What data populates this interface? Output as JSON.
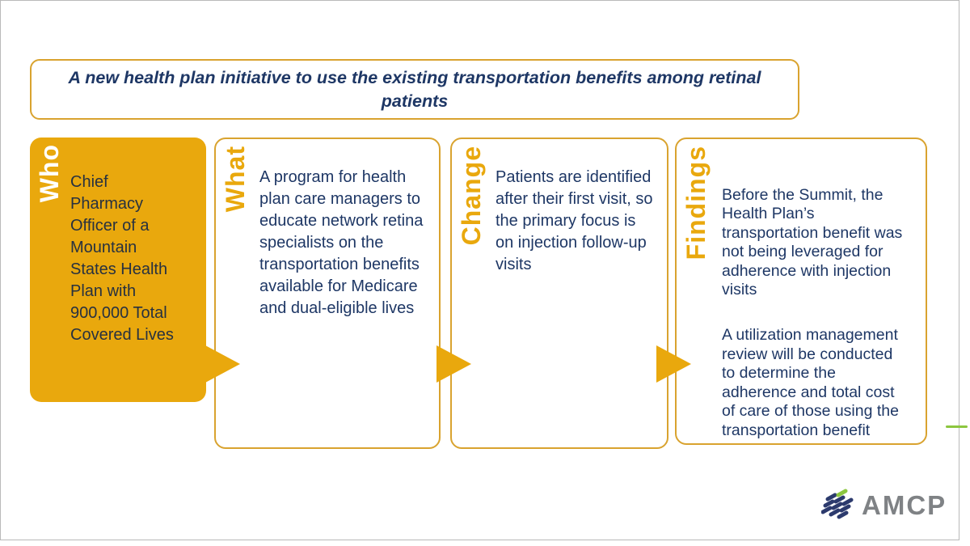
{
  "slide": {
    "title": "A new health plan initiative to use the existing transportation benefits among retinal patients",
    "columns": [
      {
        "label": "Who",
        "style": "gold-filled",
        "paragraphs": [
          "Chief\nPharmacy\nOfficer of a\nMountain\nStates Health\nPlan with\n900,000 Total\nCovered Lives"
        ]
      },
      {
        "label": "What",
        "style": "gold-outline",
        "paragraphs": [
          "A program for health\nplan care managers to\neducate network retina\nspecialists on the\ntransportation benefits\navailable for Medicare\nand dual-eligible lives"
        ]
      },
      {
        "label": "Change",
        "style": "gold-outline",
        "paragraphs": [
          "Patients are identified\nafter their first visit, so\nthe primary focus is\non injection follow-up\nvisits"
        ]
      },
      {
        "label": "Findings",
        "style": "gold-outline",
        "paragraphs": [
          "Before the Summit, the\nHealth Plan’s\ntransportation benefit was\nnot being leveraged for\nadherence with injection\nvisits",
          "A utilization management\nreview will be conducted\nto determine the\nadherence and total cost\nof care of those using the\ntransportation benefit"
        ]
      }
    ],
    "logo": {
      "text": "AMCP"
    },
    "colors": {
      "gold": "#E9A80D",
      "gold_border": "#D9A32F",
      "navy_text": "#1E3765",
      "who_body_text": "#273140",
      "label_white": "#FFFFFF",
      "logo_gray": "#7F8285",
      "logo_navy": "#2C3A6D",
      "logo_green": "#8CC63F",
      "frame_gray": "#B9B9B9"
    }
  }
}
